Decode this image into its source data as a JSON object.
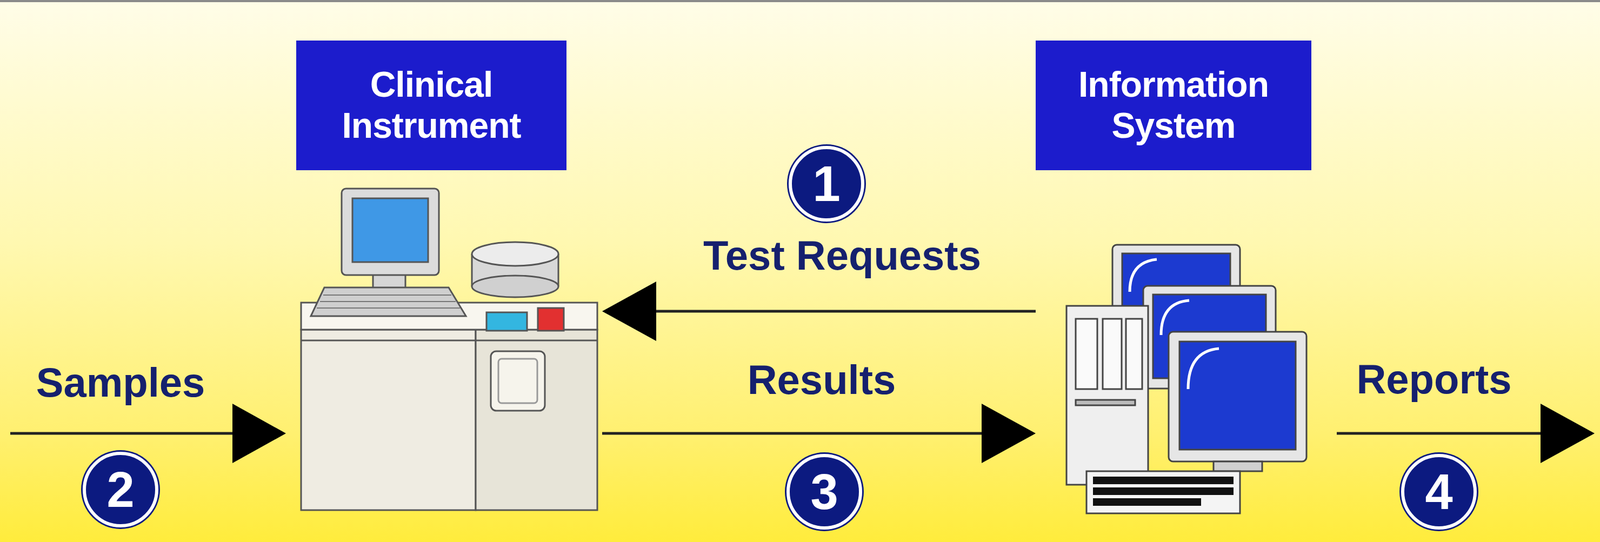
{
  "diagram": {
    "nodes": [
      {
        "text": [
          "Clinical Instrument"
        ]
      },
      {
        "text": [
          "Information System"
        ]
      }
    ],
    "edges": [
      {
        "from": 1,
        "to": 0,
        "arrow": "to",
        "label": "Test Requests"
      },
      {
        "from": 0,
        "to": 1,
        "arrow": "to",
        "label": "Results"
      }
    ],
    "labels": [
      "1",
      "Samples",
      "2",
      "3",
      "Reports",
      "4"
    ]
  }
}
